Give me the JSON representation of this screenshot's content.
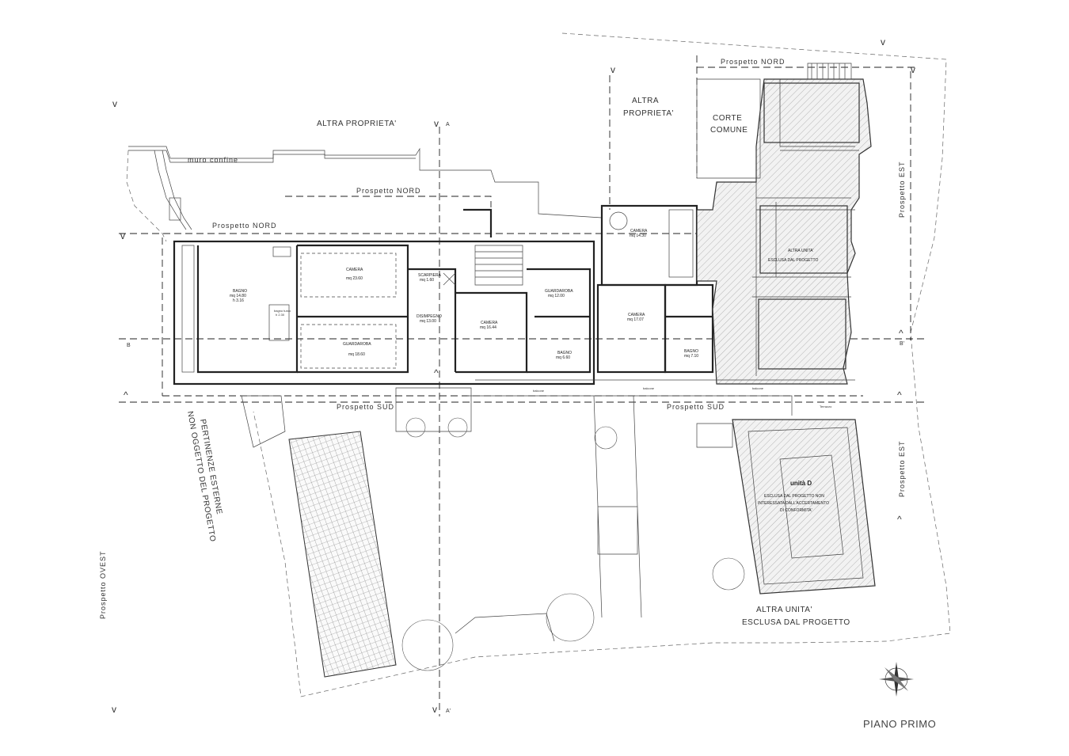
{
  "title": "PIANO PRIMO",
  "labels": {
    "altra_proprieta_top": "ALTRA PROPRIETA'",
    "altra_proprieta_right_1": "ALTRA",
    "altra_proprieta_right_2": "PROPRIETA'",
    "corte_comune_1": "CORTE",
    "corte_comune_2": "COMUNE",
    "muro_confine": "muro confine",
    "prospetto_nord_1": "Prospetto NORD",
    "prospetto_nord_2": "Prospetto NORD",
    "prospetto_nord_3": "Prospetto NORD",
    "prospetto_sud_1": "Prospetto SUD",
    "prospetto_sud_2": "Prospetto SUD",
    "prospetto_est_1": "Prospetto EST",
    "prospetto_est_2": "Prospetto EST",
    "prospetto_ovest": "Prospetto OVEST",
    "pertinenze_1": "PERTINENZE ESTERNE",
    "pertinenze_2": "NON OGGETTO DEL PROGETTO",
    "altra_unita_1": "ALTRA UNITA'",
    "altra_unita_2": "ESCLUSA DAL PROGETTO",
    "altra_unita_bottom_1": "ALTRA UNITA'",
    "altra_unita_bottom_2": "ESCLUSA DAL PROGETTO",
    "unita_d": "unità D",
    "unita_d_note_1": "ESCLUSA DAL PROGETTO NON",
    "unita_d_note_2": "INTERESSATA DALL'ACCERTAMENTO",
    "unita_d_note_3": "DI CONFORMITA'",
    "section_a_top": "A",
    "section_a_bottom": "A'",
    "section_b_left": "B",
    "section_b_right": "B'",
    "balcone_1": "balcone",
    "balcone_2": "balcone",
    "balcone_3": "balcone",
    "terrazzo": "Terrazzo"
  },
  "rooms": {
    "bagno_1": {
      "name": "BAGNO",
      "area": "mq 14.80",
      "h": "h 3.16"
    },
    "camera_1": {
      "name": "CAMERA",
      "area": "mq 23.60"
    },
    "guardaroba_1": {
      "name": "GUARDAROBA",
      "area": "mq 18.60"
    },
    "disimpegno": {
      "name": "DISIMPEGNO",
      "area": "mq 13.00"
    },
    "scarpiera": {
      "name": "SCARPIERA",
      "area": "mq 1.60"
    },
    "camera_2": {
      "name": "CAMERA",
      "area": "mq 16.44"
    },
    "guardaroba_2": {
      "name": "GUARDAROBA",
      "area": "mq 12.00"
    },
    "bagno_2": {
      "name": "BAGNO",
      "area": "mq 6.60"
    },
    "camera_3": {
      "name": "CAMERA",
      "area": "mq 14.30"
    },
    "camera_4": {
      "name": "CAMERA",
      "area": "mq 17.07"
    },
    "bagno_3": {
      "name": "BAGNO",
      "area": "mq 7.10"
    },
    "bagno_turco": {
      "name": "bagno turco",
      "area": "h 2.30"
    }
  }
}
